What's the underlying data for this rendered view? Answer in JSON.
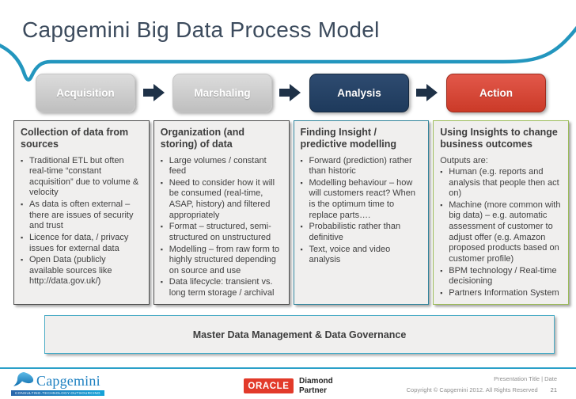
{
  "slide": {
    "title": "Capgemini Big Data Process Model",
    "page_number": "21",
    "footer": {
      "presentation_meta": "Presentation Title | Date",
      "copyright": "Copyright © Capgemini 2012. All Rights Reserved"
    },
    "logos": {
      "capgemini": {
        "name": "Capgemini",
        "tagline": "CONSULTING.TECHNOLOGY.OUTSOURCING"
      },
      "oracle": {
        "name": "ORACLE",
        "partner_line1": "Diamond",
        "partner_line2": "Partner"
      }
    }
  },
  "process_steps": [
    {
      "label": "Acquisition",
      "color": "gray"
    },
    {
      "label": "Marshaling",
      "color": "gray"
    },
    {
      "label": "Analysis",
      "color": "navy"
    },
    {
      "label": "Action",
      "color": "red"
    }
  ],
  "columns": [
    {
      "header": "Collection of data from sources",
      "bullets": [
        "Traditional ETL but often real-time “constant acquisition” due to volume & velocity",
        "As data is often external – there are issues of security and trust",
        "Licence for data, / privacy issues for external data",
        "Open Data (publicly available sources like http://data.gov.uk/)"
      ]
    },
    {
      "header": "Organization (and storing) of data",
      "bullets": [
        "Large volumes / constant feed",
        "Need to consider how it will be consumed (real-time, ASAP, history) and filtered appropriately",
        "Format – structured, semi-structured on unstructured",
        "Modelling – from raw form to highly structured depending on source and use",
        "Data lifecycle: transient vs. long term storage / archival"
      ]
    },
    {
      "header": "Finding Insight / predictive modelling",
      "bullets": [
        "Forward (prediction) rather than historic",
        "Modelling behaviour – how will customers react? When is the optimum time to replace parts….",
        "Probabilistic rather than definitive",
        "Text, voice and video analysis"
      ]
    },
    {
      "header": "Using Insights to change business outcomes",
      "intro": "Outputs are:",
      "bullets": [
        "Human (e.g. reports and analysis that people then act on)",
        "Machine (more common with big data) – e.g. automatic assessment of customer to adjust offer (e.g. Amazon proposed products based on customer profile)",
        "BPM technology / Real-time decisioning",
        "Partners Information System"
      ]
    }
  ],
  "governance_bar": "Master Data Management & Data Governance",
  "colors": {
    "accent_teal": "#2396be",
    "step_gray": "#c9c9c9",
    "step_navy": "#243f60",
    "step_red": "#d64534",
    "arrow_navy": "#1e3147",
    "column_bg": "#f0efee",
    "border_dark": "#4d4d4d",
    "border_teal": "#31849b",
    "border_green": "#9bbb59",
    "oracle_red": "#e23a2a",
    "capgemini_blue": "#1b7fc0"
  }
}
